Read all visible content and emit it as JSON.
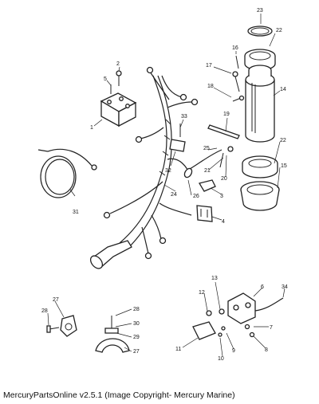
{
  "footer": "MercuryPartsOnline v2.5.1 (Image Copyright- Mercury Marine)",
  "callouts": [
    "1",
    "2",
    "5",
    "6",
    "7",
    "8",
    "9",
    "10",
    "11",
    "12",
    "13",
    "14",
    "15",
    "16",
    "17",
    "18",
    "19",
    "20",
    "21",
    "22",
    "22",
    "23",
    "24",
    "25",
    "26",
    "27",
    "28",
    "28",
    "29",
    "30",
    "31",
    "32",
    "33",
    "34",
    "3",
    "4",
    "27"
  ]
}
